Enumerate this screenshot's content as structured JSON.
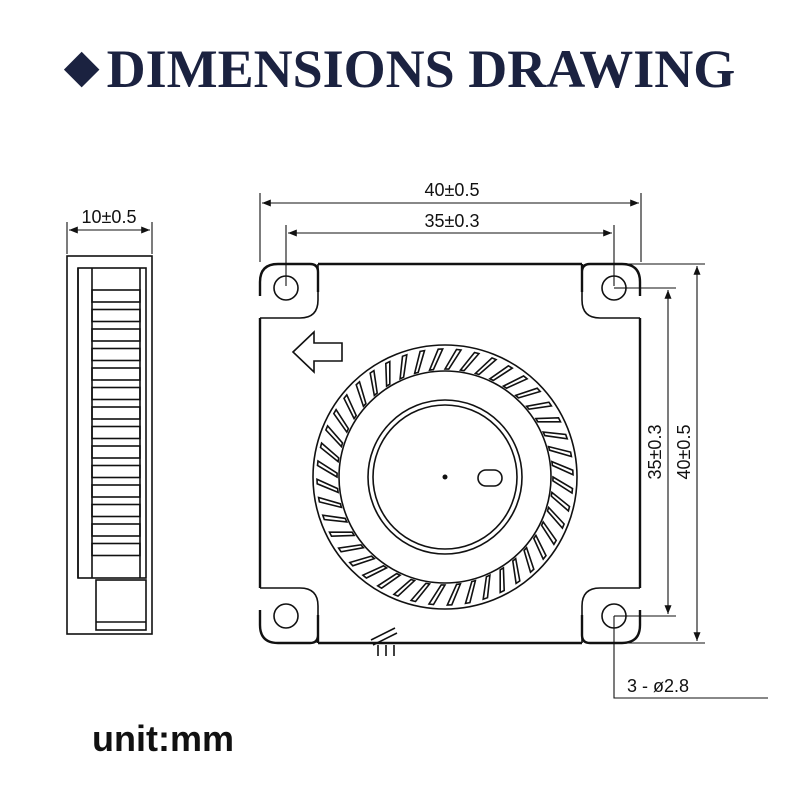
{
  "title": {
    "marker": "◆",
    "text": "DIMENSIONS DRAWING"
  },
  "side_view": {
    "thickness_label": "10±0.5"
  },
  "front_view": {
    "width_outer_label": "40±0.5",
    "width_hole_label": "35±0.3",
    "height_hole_label": "35±0.3",
    "height_outer_label": "40±0.5",
    "holes_label": "3  -  ø2.8"
  },
  "unit_label": "unit:mm",
  "colors": {
    "title": "#1b2240",
    "lines": "#111111"
  }
}
